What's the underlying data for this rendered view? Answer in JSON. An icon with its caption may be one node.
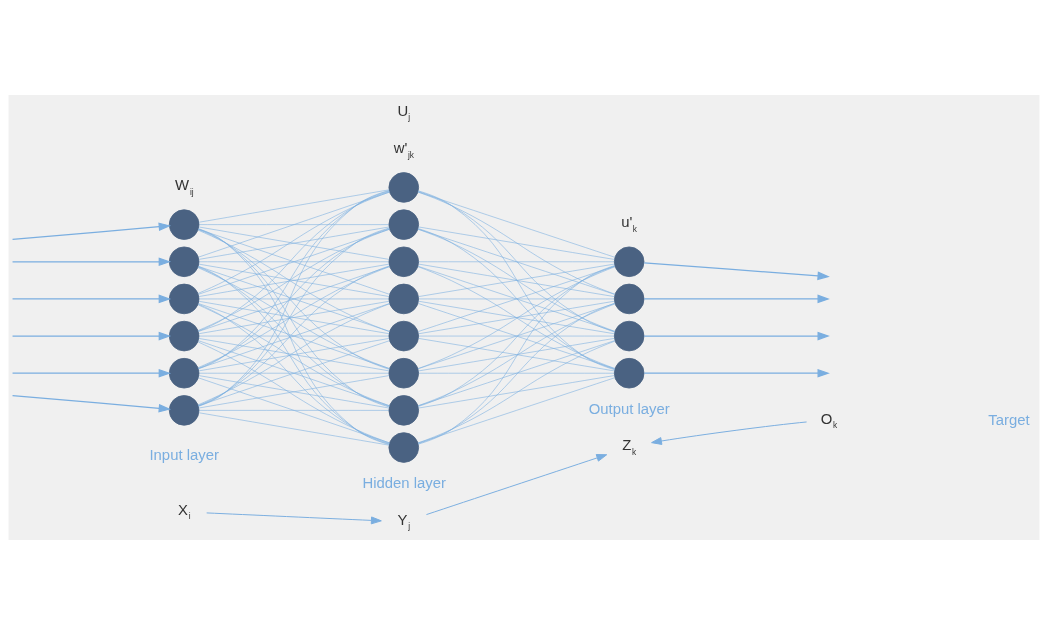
{
  "diagram": {
    "nodes": [
      {
        "text": [],
        "shape": "circle"
      },
      {
        "text": [],
        "shape": "circle"
      },
      {
        "text": [],
        "shape": "circle"
      },
      {
        "text": [],
        "shape": "circle"
      },
      {
        "text": [],
        "shape": "circle"
      },
      {
        "text": [],
        "shape": "circle"
      },
      {
        "text": [],
        "shape": "circle"
      },
      {
        "text": [],
        "shape": "circle"
      },
      {
        "text": [],
        "shape": "circle"
      },
      {
        "text": [],
        "shape": "circle"
      },
      {
        "text": [],
        "shape": "circle"
      },
      {
        "text": [],
        "shape": "circle"
      },
      {
        "text": [],
        "shape": "circle"
      },
      {
        "text": [],
        "shape": "circle"
      },
      {
        "text": [],
        "shape": "circle"
      },
      {
        "text": [],
        "shape": "circle"
      },
      {
        "text": [],
        "shape": "circle"
      },
      {
        "text": [],
        "shape": "circle"
      },
      {
        "text": [
          "X$_{i}$"
        ]
      },
      {
        "text": [
          "Y$_{j}$"
        ]
      },
      {
        "text": [
          "Z$_{k}$"
        ]
      },
      {
        "text": [
          "O$_{k}$"
        ]
      }
    ],
    "edges": [
      {
        "from": null,
        "to": 0,
        "arrow": "to"
      },
      {
        "from": null,
        "to": 1,
        "arrow": "to"
      },
      {
        "from": null,
        "to": 2,
        "arrow": "to"
      },
      {
        "from": null,
        "to": 3,
        "arrow": "to"
      },
      {
        "from": null,
        "to": 4,
        "arrow": "to"
      },
      {
        "from": null,
        "to": 5,
        "arrow": "to"
      },
      {
        "from": 0,
        "to": 6,
        "arrow": "none"
      },
      {
        "from": 0,
        "to": 7,
        "arrow": "none"
      },
      {
        "from": 0,
        "to": 8,
        "arrow": "none"
      },
      {
        "from": 0,
        "to": 9,
        "arrow": "none"
      },
      {
        "from": 0,
        "to": 10,
        "arrow": "none"
      },
      {
        "from": 0,
        "to": 11,
        "arrow": "none"
      },
      {
        "from": 0,
        "to": 12,
        "arrow": "none"
      },
      {
        "from": 0,
        "to": 13,
        "arrow": "none"
      },
      {
        "from": 1,
        "to": 6,
        "arrow": "none"
      },
      {
        "from": 1,
        "to": 7,
        "arrow": "none"
      },
      {
        "from": 1,
        "to": 8,
        "arrow": "none"
      },
      {
        "from": 1,
        "to": 9,
        "arrow": "none"
      },
      {
        "from": 1,
        "to": 10,
        "arrow": "none"
      },
      {
        "from": 1,
        "to": 11,
        "arrow": "none"
      },
      {
        "from": 1,
        "to": 12,
        "arrow": "none"
      },
      {
        "from": 1,
        "to": 13,
        "arrow": "none"
      },
      {
        "from": 2,
        "to": 6,
        "arrow": "none"
      },
      {
        "from": 2,
        "to": 7,
        "arrow": "none"
      },
      {
        "from": 2,
        "to": 8,
        "arrow": "none"
      },
      {
        "from": 2,
        "to": 9,
        "arrow": "none"
      },
      {
        "from": 2,
        "to": 10,
        "arrow": "none"
      },
      {
        "from": 2,
        "to": 11,
        "arrow": "none"
      },
      {
        "from": 2,
        "to": 12,
        "arrow": "none"
      },
      {
        "from": 2,
        "to": 13,
        "arrow": "none"
      },
      {
        "from": 3,
        "to": 6,
        "arrow": "none"
      },
      {
        "from": 3,
        "to": 7,
        "arrow": "none"
      },
      {
        "from": 3,
        "to": 8,
        "arrow": "none"
      },
      {
        "from": 3,
        "to": 9,
        "arrow": "none"
      },
      {
        "from": 3,
        "to": 10,
        "arrow": "none"
      },
      {
        "from": 3,
        "to": 11,
        "arrow": "none"
      },
      {
        "from": 3,
        "to": 12,
        "arrow": "none"
      },
      {
        "from": 3,
        "to": 13,
        "arrow": "none"
      },
      {
        "from": 4,
        "to": 6,
        "arrow": "none"
      },
      {
        "from": 4,
        "to": 7,
        "arrow": "none"
      },
      {
        "from": 4,
        "to": 8,
        "arrow": "none"
      },
      {
        "from": 4,
        "to": 9,
        "arrow": "none"
      },
      {
        "from": 4,
        "to": 10,
        "arrow": "none"
      },
      {
        "from": 4,
        "to": 11,
        "arrow": "none"
      },
      {
        "from": 4,
        "to": 12,
        "arrow": "none"
      },
      {
        "from": 4,
        "to": 13,
        "arrow": "none"
      },
      {
        "from": 5,
        "to": 6,
        "arrow": "none"
      },
      {
        "from": 5,
        "to": 7,
        "arrow": "none"
      },
      {
        "from": 5,
        "to": 8,
        "arrow": "none"
      },
      {
        "from": 5,
        "to": 9,
        "arrow": "none"
      },
      {
        "from": 5,
        "to": 10,
        "arrow": "none"
      },
      {
        "from": 5,
        "to": 11,
        "arrow": "none"
      },
      {
        "from": 5,
        "to": 12,
        "arrow": "none"
      },
      {
        "from": 5,
        "to": 13,
        "arrow": "none"
      },
      {
        "from": 6,
        "to": 14,
        "arrow": "none"
      },
      {
        "from": 6,
        "to": 15,
        "arrow": "none"
      },
      {
        "from": 6,
        "to": 16,
        "arrow": "none"
      },
      {
        "from": 6,
        "to": 17,
        "arrow": "none"
      },
      {
        "from": 7,
        "to": 14,
        "arrow": "none"
      },
      {
        "from": 7,
        "to": 15,
        "arrow": "none"
      },
      {
        "from": 7,
        "to": 16,
        "arrow": "none"
      },
      {
        "from": 7,
        "to": 17,
        "arrow": "none"
      },
      {
        "from": 8,
        "to": 14,
        "arrow": "none"
      },
      {
        "from": 8,
        "to": 15,
        "arrow": "none"
      },
      {
        "from": 8,
        "to": 16,
        "arrow": "none"
      },
      {
        "from": 8,
        "to": 17,
        "arrow": "none"
      },
      {
        "from": 9,
        "to": 14,
        "arrow": "none"
      },
      {
        "from": 9,
        "to": 15,
        "arrow": "none"
      },
      {
        "from": 9,
        "to": 16,
        "arrow": "none"
      },
      {
        "from": 9,
        "to": 17,
        "arrow": "none"
      },
      {
        "from": 10,
        "to": 14,
        "arrow": "none"
      },
      {
        "from": 10,
        "to": 15,
        "arrow": "none"
      },
      {
        "from": 10,
        "to": 16,
        "arrow": "none"
      },
      {
        "from": 10,
        "to": 17,
        "arrow": "none"
      },
      {
        "from": 11,
        "to": 14,
        "arrow": "none"
      },
      {
        "from": 11,
        "to": 15,
        "arrow": "none"
      },
      {
        "from": 11,
        "to": 16,
        "arrow": "none"
      },
      {
        "from": 11,
        "to": 17,
        "arrow": "none"
      },
      {
        "from": 12,
        "to": 14,
        "arrow": "none"
      },
      {
        "from": 12,
        "to": 15,
        "arrow": "none"
      },
      {
        "from": 12,
        "to": 16,
        "arrow": "none"
      },
      {
        "from": 12,
        "to": 17,
        "arrow": "none"
      },
      {
        "from": 13,
        "to": 14,
        "arrow": "none"
      },
      {
        "from": 13,
        "to": 15,
        "arrow": "none"
      },
      {
        "from": 13,
        "to": 16,
        "arrow": "none"
      },
      {
        "from": 13,
        "to": 17,
        "arrow": "none"
      },
      {
        "from": 14,
        "to": null,
        "arrow": "to"
      },
      {
        "from": 15,
        "to": null,
        "arrow": "to"
      },
      {
        "from": 16,
        "to": null,
        "arrow": "to"
      },
      {
        "from": 17,
        "to": null,
        "arrow": "to"
      },
      {
        "from": 18,
        "to": 19,
        "arrow": "to"
      },
      {
        "from": 19,
        "to": 20,
        "arrow": "to"
      },
      {
        "from": 21,
        "to": 20,
        "arrow": "to"
      }
    ],
    "labels": [
      "W$_{ij}$",
      "U$_{j}$",
      "w'$_{jk}$",
      "u'$_{k}$",
      "Input layer",
      "Hidden layer",
      "Output layer",
      "Target"
    ]
  }
}
